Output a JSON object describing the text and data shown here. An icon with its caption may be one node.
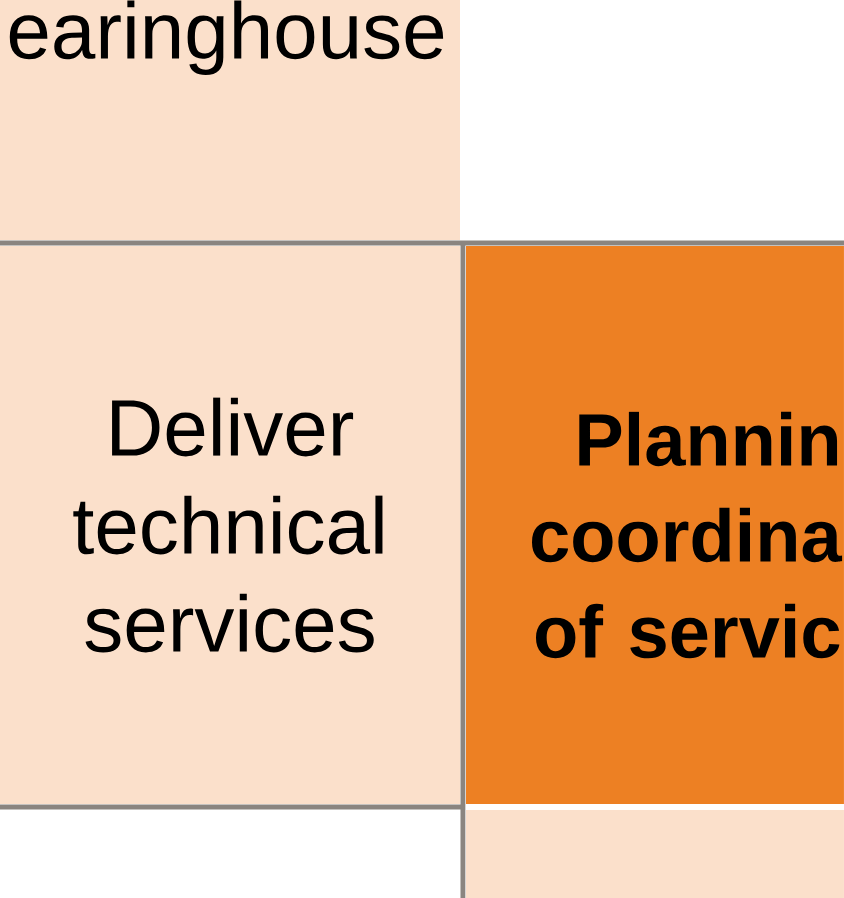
{
  "diagram": {
    "nodes": [
      {
        "text": [
          "earinghouse"
        ]
      },
      {
        "text": [
          "Deliver technical services"
        ]
      },
      {
        "text": [
          "Plannin coordina of servic"
        ]
      },
      {
        "text": [],
        "shape": "box"
      }
    ]
  }
}
